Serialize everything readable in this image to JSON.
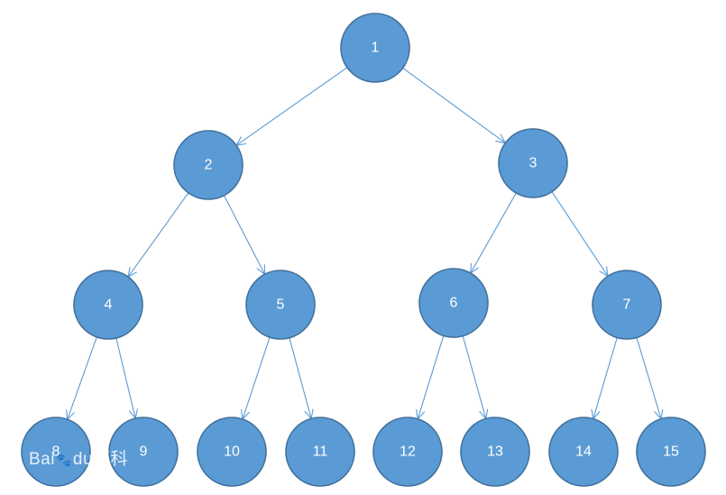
{
  "tree": {
    "nodes": [
      {
        "id": "1",
        "label": "1"
      },
      {
        "id": "2",
        "label": "2"
      },
      {
        "id": "3",
        "label": "3"
      },
      {
        "id": "4",
        "label": "4"
      },
      {
        "id": "5",
        "label": "5"
      },
      {
        "id": "6",
        "label": "6"
      },
      {
        "id": "7",
        "label": "7"
      },
      {
        "id": "8",
        "label": "8"
      },
      {
        "id": "9",
        "label": "9"
      },
      {
        "id": "10",
        "label": "10"
      },
      {
        "id": "11",
        "label": "11"
      },
      {
        "id": "12",
        "label": "12"
      },
      {
        "id": "13",
        "label": "13"
      },
      {
        "id": "14",
        "label": "14"
      },
      {
        "id": "15",
        "label": "15"
      }
    ],
    "edges": [
      {
        "from": "1",
        "to": "2"
      },
      {
        "from": "1",
        "to": "3"
      },
      {
        "from": "2",
        "to": "4"
      },
      {
        "from": "2",
        "to": "5"
      },
      {
        "from": "3",
        "to": "6"
      },
      {
        "from": "3",
        "to": "7"
      },
      {
        "from": "4",
        "to": "8"
      },
      {
        "from": "4",
        "to": "9"
      },
      {
        "from": "5",
        "to": "10"
      },
      {
        "from": "5",
        "to": "11"
      },
      {
        "from": "6",
        "to": "12"
      },
      {
        "from": "6",
        "to": "13"
      },
      {
        "from": "7",
        "to": "14"
      },
      {
        "from": "7",
        "to": "15"
      }
    ]
  },
  "colors": {
    "node_fill": "#5b9bd5",
    "node_stroke": "#41719c",
    "edge": "#5b9bd5",
    "label": "#ffffff"
  },
  "watermark": {
    "text": "Bai",
    "text_suffix": "du",
    "text_cn": "百科"
  }
}
